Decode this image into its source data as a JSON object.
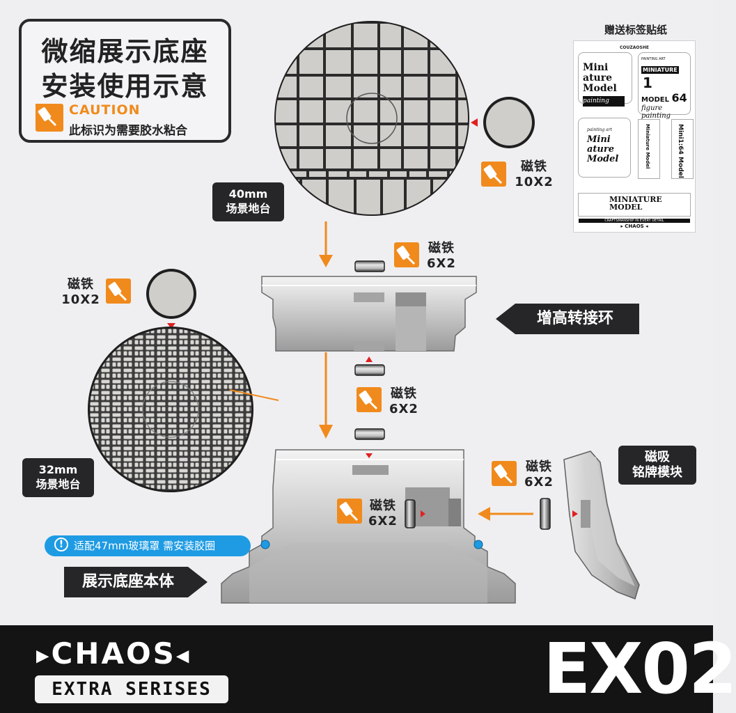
{
  "title": {
    "line1": "微缩展示底座",
    "line2": "安装使用示意"
  },
  "caution": {
    "word": "CAUTION",
    "note": "此标识为需要胶水粘合",
    "icon": "glue-bottle-icon"
  },
  "sticker_sheet": {
    "heading": "赠送标签贴纸",
    "brand_top": "COUZAOSHE",
    "a_lines": [
      "Mini",
      "ature",
      "Model"
    ],
    "a_script": "painting",
    "b_small": "PAINTING ART",
    "b_line1": "MINIATURE",
    "b_line2": "MODEL",
    "b_num": "1",
    "b_num2": "64",
    "b_script": "figure painting",
    "c_lines": [
      "Mini",
      "ature",
      "Model"
    ],
    "c_script": "painting art",
    "d_text": "Miniature Model",
    "e_text": "Mini1:64 Model",
    "f_line1": "MINIATURE",
    "f_line2": "MODEL",
    "f_tagline": "CRAFTSMANSHIP IN EVERY DETAIL",
    "footer": "▸ CHAOS ◂"
  },
  "labels": {
    "scene40": [
      "40mm",
      "场景地台"
    ],
    "scene32": [
      "32mm",
      "场景地台"
    ],
    "magnet_top": [
      "磁铁",
      "10X2"
    ],
    "magnet_left": [
      "磁铁",
      "10X2"
    ],
    "magnet_ring_top": [
      "磁铁",
      "6X2"
    ],
    "magnet_mid": [
      "磁铁",
      "6X2"
    ],
    "magnet_body": [
      "磁铁",
      "6X2"
    ],
    "magnet_plate": [
      "磁铁",
      "6X2"
    ],
    "adapter_ring": "增高转接环",
    "nameplate": [
      "磁吸",
      "铭牌模块"
    ],
    "glass_note": "适配47mm玻璃罩 需安装胶圈",
    "glass_note_icon": "exclamation-icon",
    "base_body": "展示底座本体"
  },
  "footer": {
    "brand": "CHAOS",
    "series": "EXTRA SERISES",
    "code": "EX02"
  },
  "colors": {
    "accent": "#f08a1c",
    "dark": "#262628",
    "blue": "#1e9be3",
    "background": "#efeff2"
  }
}
